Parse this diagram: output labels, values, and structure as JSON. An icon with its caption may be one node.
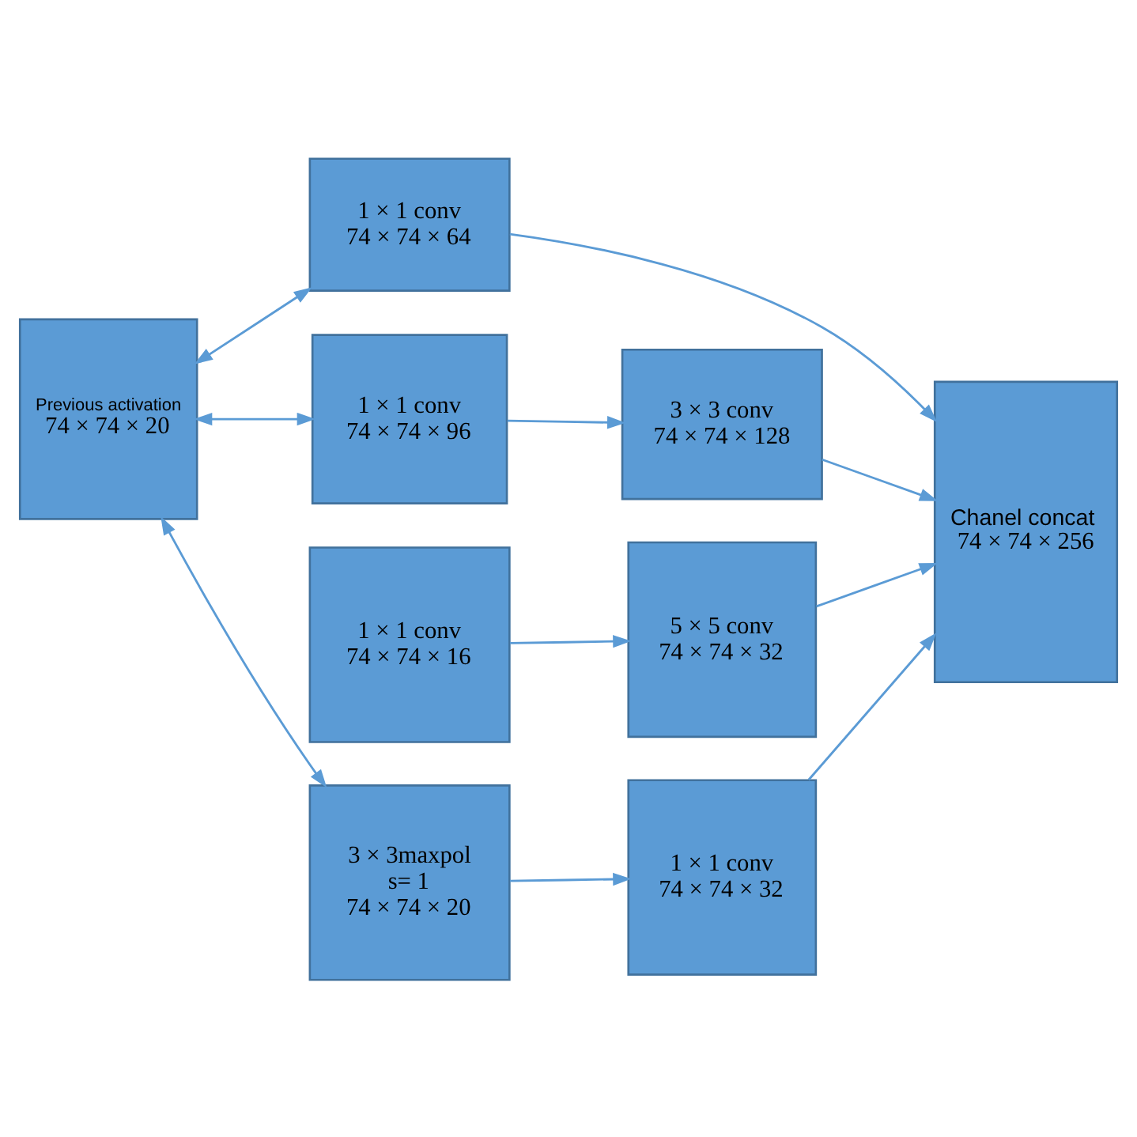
{
  "diagram": {
    "nodes": [
      {
        "text": [
          "Previous activation",
          "74 × 74 × 20"
        ]
      },
      {
        "text": [
          "1 × 1 conv",
          "74 × 74 × 64"
        ]
      },
      {
        "text": [
          "1 × 1 conv",
          "74 × 74 × 96"
        ]
      },
      {
        "text": [
          "3 × 3 conv",
          "74 × 74 × 128"
        ]
      },
      {
        "text": [
          "1 × 1 conv",
          "74 × 74 × 16"
        ]
      },
      {
        "text": [
          "5 × 5 conv",
          "74 × 74 × 32"
        ]
      },
      {
        "text": [
          "3 × 3maxpol",
          "s= 1",
          "74 × 74 × 20"
        ]
      },
      {
        "text": [
          "1 × 1 conv",
          "74 × 74 × 32"
        ]
      },
      {
        "text": [
          "Chanel concat",
          "74 × 74 × 256"
        ]
      }
    ],
    "edges": [
      {
        "from": 0,
        "to": 1,
        "arrow": "both"
      },
      {
        "from": 0,
        "to": 2,
        "arrow": "both"
      },
      {
        "from": 0,
        "to": 6,
        "arrow": "both"
      },
      {
        "from": 1,
        "to": 8,
        "arrow": "to"
      },
      {
        "from": 2,
        "to": 3,
        "arrow": "to"
      },
      {
        "from": 3,
        "to": 8,
        "arrow": "to"
      },
      {
        "from": 4,
        "to": 5,
        "arrow": "to"
      },
      {
        "from": 5,
        "to": 8,
        "arrow": "to"
      },
      {
        "from": 6,
        "to": 7,
        "arrow": "to"
      },
      {
        "from": 7,
        "to": 8,
        "arrow": "to"
      }
    ]
  }
}
